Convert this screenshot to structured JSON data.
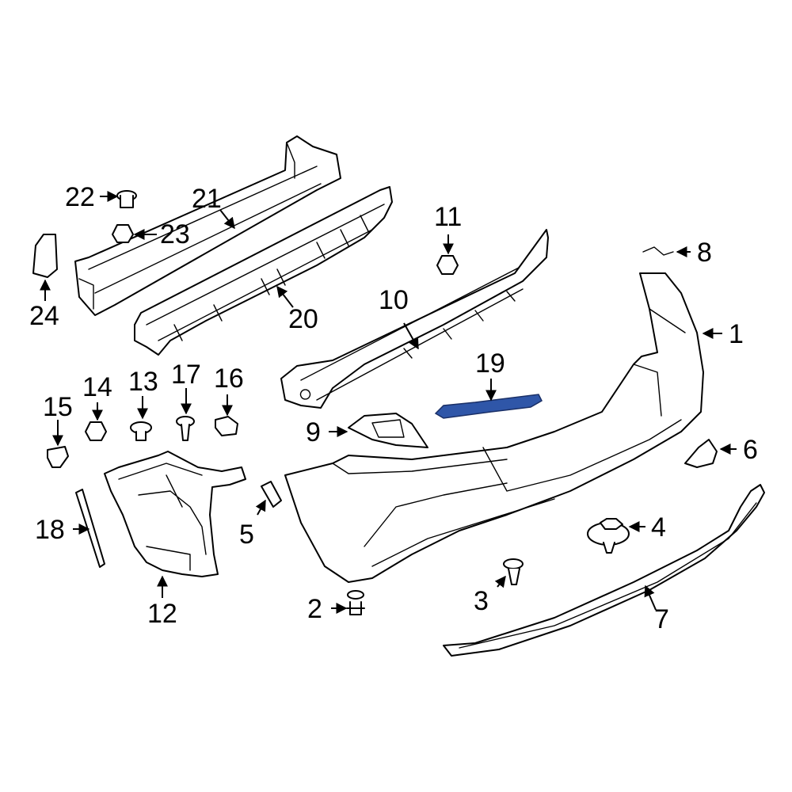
{
  "callouts": {
    "c1": "1",
    "c2": "2",
    "c3": "3",
    "c4": "4",
    "c5": "5",
    "c6": "6",
    "c7": "7",
    "c8": "8",
    "c9": "9",
    "c10": "10",
    "c11": "11",
    "c12": "12",
    "c13": "13",
    "c14": "14",
    "c15": "15",
    "c16": "16",
    "c17": "17",
    "c18": "18",
    "c19": "19",
    "c20": "20",
    "c21": "21",
    "c22": "22",
    "c23": "23",
    "c24": "24"
  },
  "colors": {
    "highlight_part": "#2f56a8",
    "line": "#000000",
    "background": "#ffffff"
  }
}
